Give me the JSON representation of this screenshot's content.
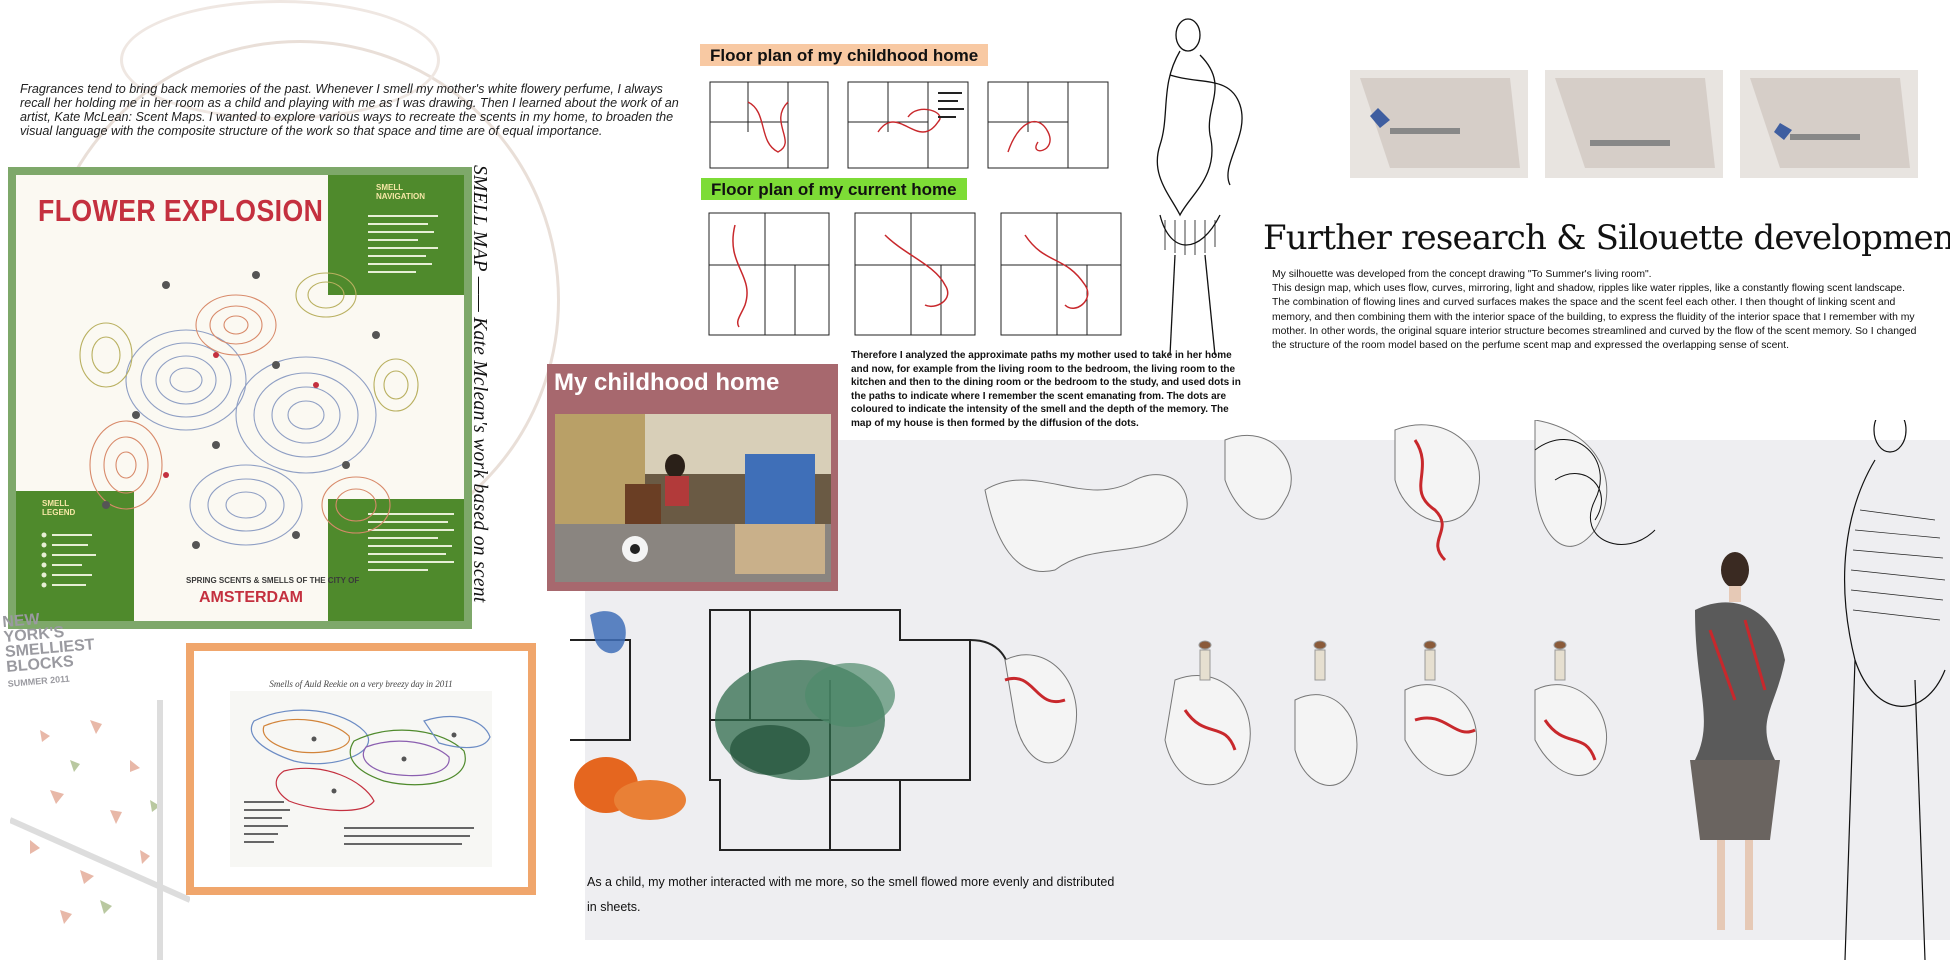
{
  "intro_text": "Fragrances tend to bring back memories of the past. Whenever I smell my mother's white flowery perfume, I always recall her holding me in her room as a child and playing with me as I was drawing. Then I learned about the work of an artist, Kate McLean: Scent Maps. I wanted to explore various ways to recreate the scents in my home, to broaden the visual language with the composite structure of the work so that space and time are of equal importance.",
  "poster": {
    "title": "FLOWER EXPLOSION",
    "top_tag": "SMELL NAVIGATION",
    "legend_tag": "SMELL LEGEND",
    "subtitle": "SPRING SCENTS & SMELLS OF THE CITY OF",
    "city": "AMSTERDAM"
  },
  "vertical_caption": "SMELL MAP —— Kate Mclean's work based on scent",
  "smelliest": {
    "lines": [
      "NEW",
      "YORK'S",
      "SMELLIEST",
      "BLOCKS"
    ],
    "year": "SUMMER 2011"
  },
  "auke_map": {
    "title": "Smells of Auld Reekie on a very breezy day in 2011"
  },
  "labels": {
    "childhood_floor_plan": "Floor plan of my childhood home",
    "current_floor_plan": "Floor plan of my current home",
    "childhood_home": "My childhood home"
  },
  "paths_paragraph": "Therefore I analyzed the approximate paths my mother used to take in her home and now, for example from the living room to the bedroom, the living room to the kitchen and then to the dining room or the bedroom to the study, and used dots in the paths to indicate where I remember the scent emanating from. The dots are coloured to indicate the intensity of the smell and the depth of the memory. The map of my house is then formed by the diffusion of the dots.",
  "further_heading": "Further research & Silouette development",
  "silhouette_paragraph_1": "My silhouette was developed from the concept drawing \"To Summer's living room\".",
  "silhouette_paragraph_2": "This design map, which uses flow, curves, mirroring, light and shadow, ripples like water ripples, like a constantly flowing scent landscape. The combination of flowing lines and curved surfaces makes the space and the scent feel each other. I then thought of linking scent and memory, and then combining them with the interior space of the building, to express the fluidity of the interior space that I remember with my mother. In other words, the original square interior structure becomes streamlined and curved by the flow of the scent memory. So I changed the structure of the room model based on the perfume scent map and expressed the overlapping sense of scent.",
  "bottom_caption": "As a child, my mother interacted with me more, so the smell flowed more evenly and distributed in sheets.",
  "colors": {
    "poster_red": "#c4303f",
    "poster_green": "#4f8a2c",
    "poster_frame": "#7ea86a",
    "orange_frame": "#f0a66c",
    "childhood_box": "#a7686e",
    "label_orange": "#f8c9a3",
    "label_green": "#7ddc36",
    "scent_green": "#2f6b4b",
    "scent_orange": "#e5661f",
    "scent_blue": "#3f6fb8",
    "path_red": "#c8282c"
  }
}
